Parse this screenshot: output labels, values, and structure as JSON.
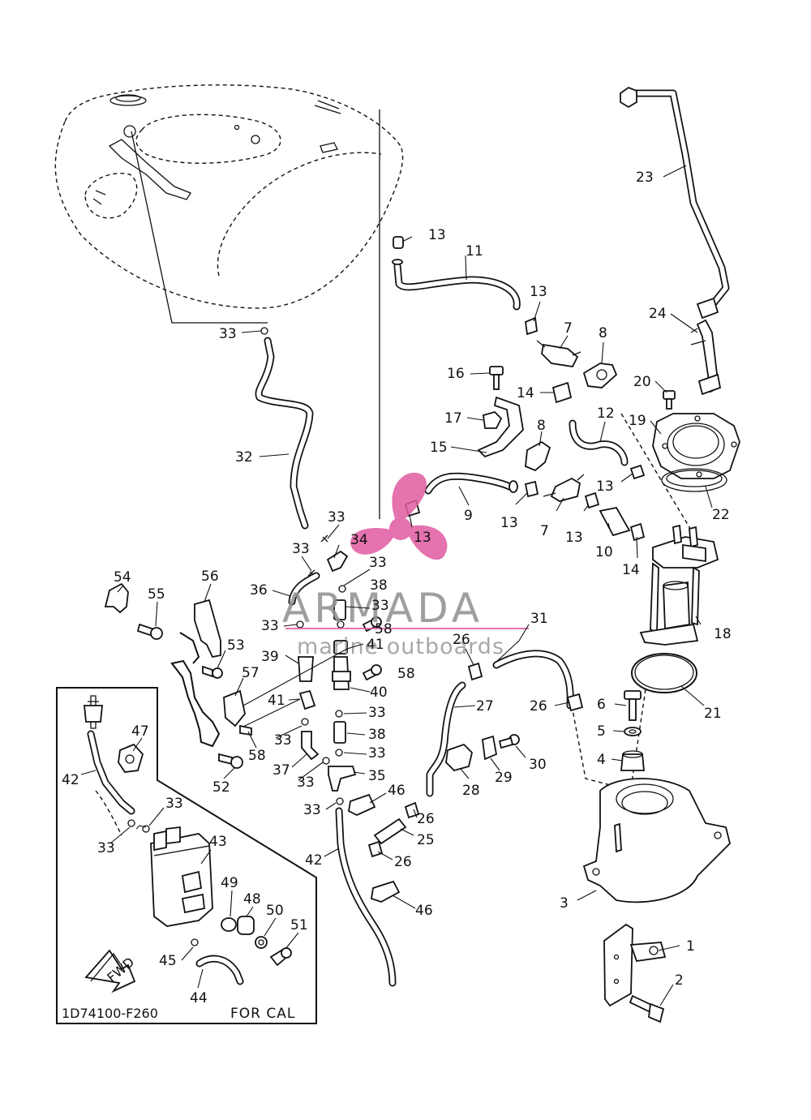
{
  "diagram": {
    "code": "1D74100-F260",
    "variant_note": "FOR CAL",
    "fwd_label": "FWD"
  },
  "watermark": {
    "brand": "ARMADA",
    "tagline": "marine outboards",
    "logo_color": "#e05aa0"
  },
  "callouts": [
    "1",
    "2",
    "3",
    "4",
    "5",
    "6",
    "7",
    "7",
    "8",
    "8",
    "9",
    "10",
    "11",
    "12",
    "13",
    "13",
    "13",
    "13",
    "13",
    "13",
    "13",
    "14",
    "14",
    "15",
    "16",
    "17",
    "18",
    "19",
    "20",
    "21",
    "22",
    "23",
    "24",
    "25",
    "26",
    "26",
    "26",
    "26",
    "27",
    "28",
    "29",
    "30",
    "31",
    "32",
    "33",
    "33",
    "33",
    "33",
    "33",
    "33",
    "33",
    "33",
    "33",
    "33",
    "33",
    "33",
    "33",
    "34",
    "35",
    "36",
    "37",
    "38",
    "38",
    "39",
    "40",
    "41",
    "41",
    "42",
    "42",
    "43",
    "44",
    "45",
    "46",
    "46",
    "47",
    "48",
    "49",
    "50",
    "51",
    "52",
    "53",
    "54",
    "55",
    "56",
    "57",
    "58",
    "58",
    "58"
  ]
}
